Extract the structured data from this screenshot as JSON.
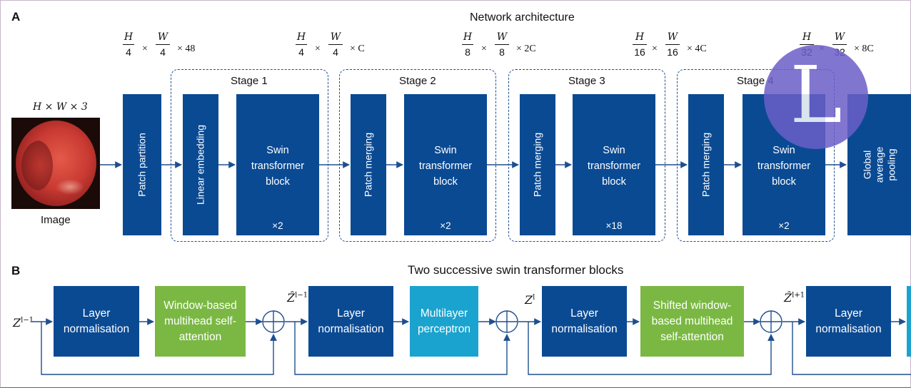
{
  "panel_a": {
    "letter": "A",
    "title": "Network architecture",
    "input_dims": "H × W × 3",
    "input_caption": "Image",
    "patch_partition": "Patch partition",
    "stages": [
      {
        "label": "Stage 1",
        "first": "Linear embedding",
        "block": "Swin\ntransformer\nblock",
        "repeat": "×2"
      },
      {
        "label": "Stage 2",
        "first": "Patch merging",
        "block": "Swin\ntransformer\nblock",
        "repeat": "×2"
      },
      {
        "label": "Stage 3",
        "first": "Patch merging",
        "block": "Swin\ntransformer\nblock",
        "repeat": "×18"
      },
      {
        "label": "Stage 4",
        "first": "Patch merging",
        "block": "Swin\ntransformer\nblock",
        "repeat": "×2"
      }
    ],
    "pooling": "Global average\npooling",
    "dims": [
      {
        "h": "H",
        "hd": "4",
        "w": "W",
        "wd": "4",
        "c": "× 48"
      },
      {
        "h": "H",
        "hd": "4",
        "w": "W",
        "wd": "4",
        "c": "× C"
      },
      {
        "h": "H",
        "hd": "8",
        "w": "W",
        "wd": "8",
        "c": "× 2C"
      },
      {
        "h": "H",
        "hd": "16",
        "w": "W",
        "wd": "16",
        "c": "× 4C"
      },
      {
        "h": "H",
        "hd": "32",
        "w": "W",
        "wd": "32",
        "c": "× 8C"
      }
    ],
    "times": "×"
  },
  "panel_b": {
    "letter": "B",
    "title": "Two successive swin transformer blocks",
    "z_in": {
      "base": "Z",
      "sup": "l−1"
    },
    "z_hat1": {
      "base": "Ẑ",
      "sup": "l−1"
    },
    "z_mid": {
      "base": "Z",
      "sup": "l"
    },
    "z_hat2": {
      "base": "Ẑ",
      "sup": "l+1"
    },
    "blocks": [
      {
        "text": "Layer\nnormalisation",
        "kind": "dark"
      },
      {
        "text": "Window-based\nmultihead self-\nattention",
        "kind": "green"
      },
      {
        "text": "Layer\nnormalisation",
        "kind": "dark"
      },
      {
        "text": "Multilayer\nperceptron",
        "kind": "cyan"
      },
      {
        "text": "Layer\nnormalisation",
        "kind": "dark"
      },
      {
        "text": "Shifted window-\nbased multihead\nself-attention",
        "kind": "green"
      },
      {
        "text": "Layer\nnormalisation",
        "kind": "dark"
      }
    ]
  },
  "watermark": {
    "letter": "L",
    "color": "#6a5fc8"
  },
  "colors": {
    "dark_blue": "#0a4a93",
    "green": "#7ab843",
    "cyan": "#1aa3cf",
    "stage_border": "#1e4f8f"
  }
}
